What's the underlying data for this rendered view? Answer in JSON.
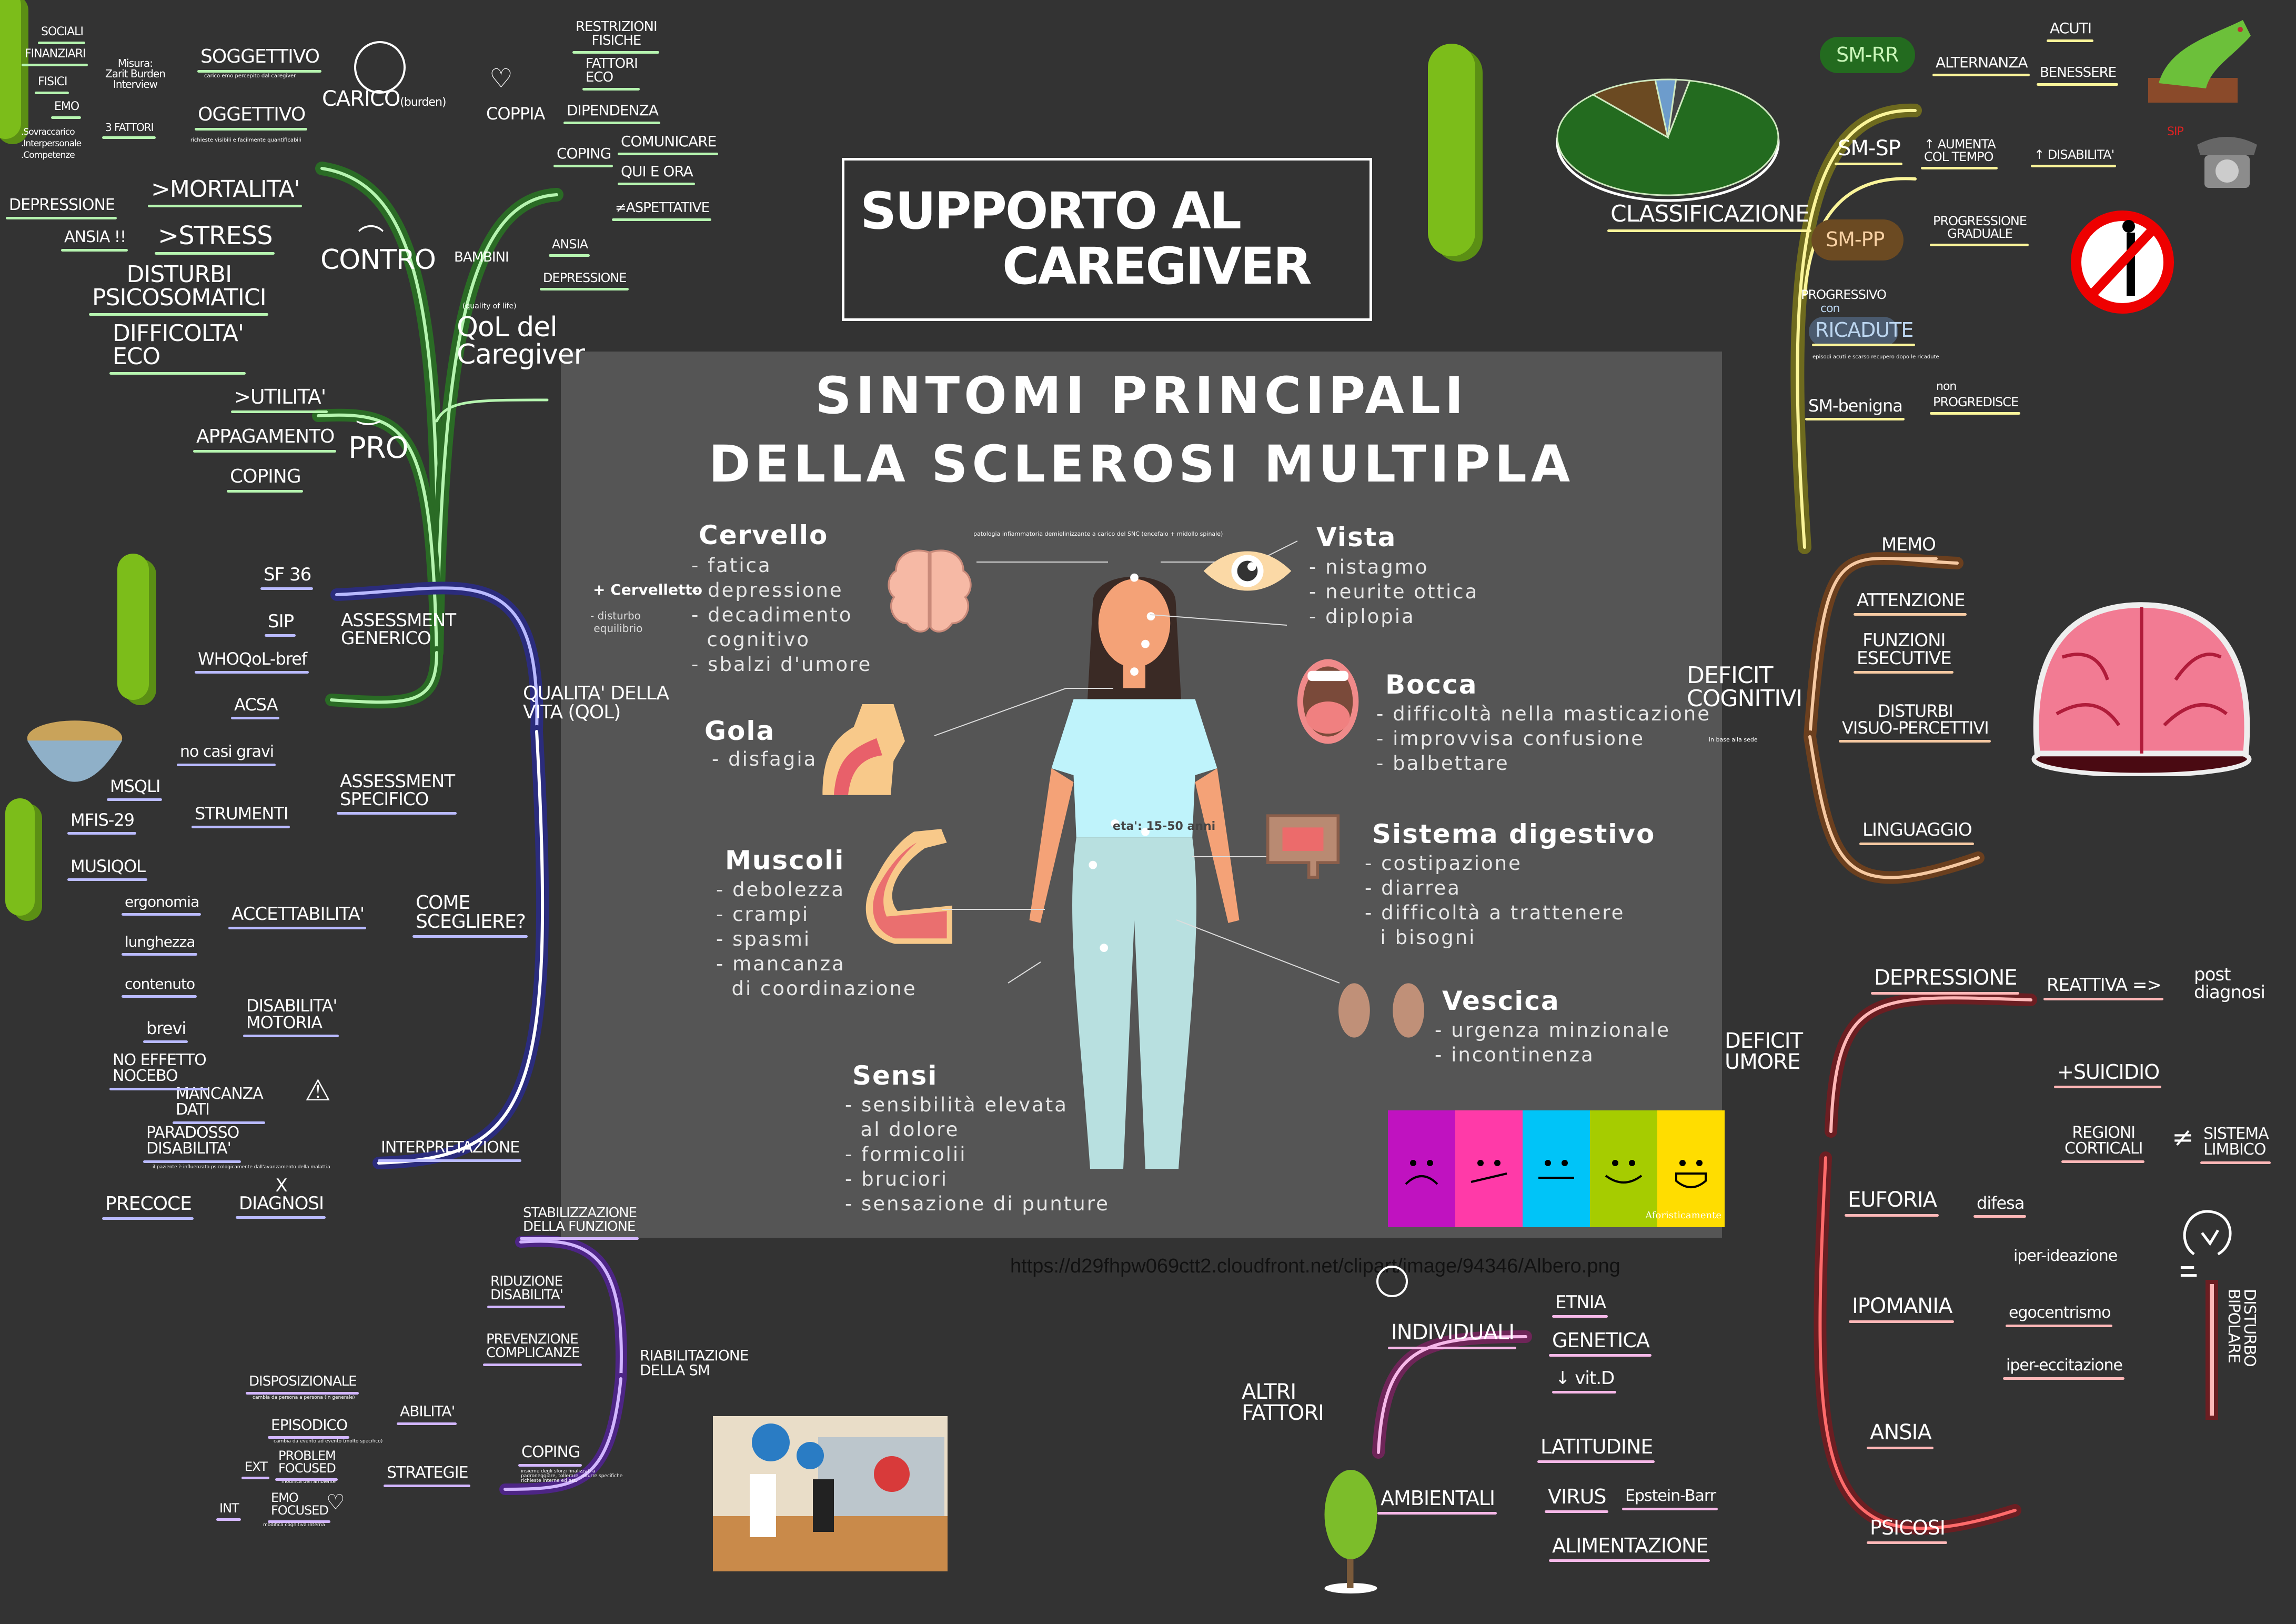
{
  "title_box": {
    "line1": "Supporto al",
    "line2": "Caregiver"
  },
  "central_panel": {
    "title_line1": "SINTOMI PRINCIPALI",
    "title_line2": "DELLA SCLEROSI MULTIPLA",
    "note": "patologia infiammatoria demielinizzante a carico del SNC (encefalo + midollo spinale)",
    "age_note": "eta': 15-50 anni",
    "cervelletto": "+ Cervelletto",
    "cervelletto_note": "- disturbo\n equilibrio",
    "sections": {
      "cervello": {
        "title": "Cervello",
        "items": [
          "- fatica",
          "- depressione",
          "- decadimento",
          "  cognitivo",
          "- sbalzi d'umore"
        ]
      },
      "gola": {
        "title": "Gola",
        "items": [
          "- disfagia"
        ]
      },
      "muscoli": {
        "title": "Muscoli",
        "items": [
          "- debolezza",
          "- crampi",
          "- spasmi",
          "- mancanza",
          "  di coordinazione"
        ]
      },
      "sensi": {
        "title": "Sensi",
        "items": [
          "- sensibilità elevata",
          "  al dolore",
          "- formicolii",
          "- bruciori",
          "- sensazione di punture"
        ]
      },
      "vista": {
        "title": "Vista",
        "items": [
          "- nistagmo",
          "- neurite ottica",
          "- diplopia"
        ]
      },
      "bocca": {
        "title": "Bocca",
        "items": [
          "- difficoltà nella masticazione",
          "- improvvisa confusione",
          "- balbettare"
        ]
      },
      "digestivo": {
        "title": "Sistema digestivo",
        "items": [
          "- costipazione",
          "- diarrea",
          "- difficoltà a trattenere",
          "  i bisogni"
        ]
      },
      "vescica": {
        "title": "Vescica",
        "items": [
          "- urgenza minzionale",
          "- incontinenza"
        ]
      }
    },
    "mood_scale": {
      "colors": [
        "#c012c0",
        "#ff3aa8",
        "#00c4f8",
        "#a6cc00",
        "#ffdd00"
      ],
      "watermark": "Aforisticamente"
    }
  },
  "image_url": "https://d29fhpw069ctt2.cloudfront.net/clipart/image/94346/Albero.png",
  "caregiver_map": {
    "sociali": "Sociali",
    "finanziari": "Finanziari",
    "fisici": "Fisici",
    "emo": "Emo",
    "misura": "Misura:\nZarit Burden\nInterview",
    "fattori_list": ".Sovraccarico\n.Interpersonale\n.Competenze",
    "tre_fattori": "3 fattori",
    "soggettivo": "Soggettivo",
    "soggettivo_note": "carico emo percepito dal caregiver",
    "oggettivo": "Oggettivo",
    "oggettivo_note": "richieste visibili e facilmente quantificabili",
    "carico": "Carico",
    "burden": "(burden)",
    "coppia": "Coppia",
    "restrizioni": "Restrizioni\n fisiche",
    "fattori_eco": "Fattori\n eco",
    "dipendenza": "Dipendenza",
    "coping": "Coping",
    "comunicare": "Comunicare",
    "qui_ora": "Qui e ora",
    "aspettative": "≠Aspettative",
    "depressione": "Depressione",
    "ansia": "Ansia !!",
    "mortalita": ">Mortalita'",
    "stress": ">Stress",
    "psicosomatici": "Disturbi\npsicosomatici",
    "difficolta_eco": "Difficolta'\n eco",
    "contro": "Contro",
    "bambini": "Bambini",
    "ansia2": "Ansia",
    "depressione2": "Depressione",
    "qol_note": "(quality of life)",
    "qol": "QoL del\nCaregiver",
    "utilita": ">Utilita'",
    "appagamento": "Appagamento",
    "coping2": "Coping",
    "pro": "Pro"
  },
  "classification_map": {
    "classificazione": "Classificazione",
    "pie_slices": [
      {
        "label": "SM-RR",
        "value": 85,
        "color": "#236b1f"
      },
      {
        "label": "SM-PP",
        "value": 10,
        "color": "#6b4a22"
      },
      {
        "label": "other",
        "value": 3,
        "color": "#6d9ccc"
      },
      {
        "label": "SM-benigna",
        "value": 2,
        "color": "#444"
      }
    ],
    "sm_rr": "SM-RR",
    "alternanza": "Alternanza",
    "acuti": "Acuti",
    "benessere": "Benessere",
    "sm_sp": "SM-SP",
    "aumenta": "↑ Aumenta\n col tempo",
    "disabilita": "↑ Disabilita'",
    "sip": "SIP",
    "sm_pp": "SM-PP",
    "progressione": "Progressione\n graduale",
    "progressivo": "Progressivo",
    "con": "con",
    "ricadute": "Ricadute",
    "ricadute_note": "episodi acuti e scarso recupero dopo le ricadute",
    "sm_benigna": "SM-benigna",
    "non": "non",
    "progredisce": "progredisce"
  },
  "cognitive_map": {
    "deficit": "Deficit\ncognitivi",
    "note": "in base alla sede",
    "memo": "Memo",
    "attenzione": "Attenzione",
    "funzioni": "Funzioni\nesecutive",
    "visuo": "Disturbi\nvisuo-percettivi",
    "linguaggio": "Linguaggio"
  },
  "mood_map": {
    "deficit": "Deficit\numore",
    "depressione": "Depressione",
    "reattiva": "Reattiva =>",
    "post": "post\ndiagnosi",
    "suicidio": "+Suicidio",
    "regioni": "Regioni\ncorticali",
    "neq": "≠",
    "limbico": "Sistema\nlimbico",
    "euforia": "Euforia",
    "difesa": "difesa",
    "ipomania": "Ipomania",
    "iper_ideazione": "iper-ideazione",
    "egocentrismo": "egocentrismo",
    "iper_eccitazione": "iper-eccitazione",
    "bipolare": "Disturbo\nbipolare",
    "ansia": "Ansia",
    "psicosi": "Psicosi"
  },
  "factors_map": {
    "altri": "Altri\nfattori",
    "individuali": "Individuali",
    "etnia": "Etnia",
    "genetica": "Genetica",
    "vitd": "↓ vit.D",
    "ambientali": "Ambientali",
    "latitudine": "Latitudine",
    "virus": "Virus",
    "epstein": "Epstein-Barr",
    "alimentazione": "Alimentazione"
  },
  "qol_map": {
    "sf36": "SF 36",
    "sip": "SIP",
    "whoqol": "WHOQoL-bref",
    "acsa": "ACSA",
    "generico": "Assessment\ngenerico",
    "qol": "Qualita' della\n vita (QoL)",
    "no_gravi": "no casi gravi",
    "specifico": "Assessment\nspecifico",
    "strumenti": "Strumenti",
    "msqli": "MSQLI",
    "mfis": "MFIS-29",
    "musiqol": "MUSIQoL",
    "ergonomia": "ergonomia",
    "lunghezza": "lunghezza",
    "contenuto": "contenuto",
    "accettabilita": "Accettabilita'",
    "scegliere": "Come\nscegliere?",
    "disabilita_motoria": "Disabilita'\nmotoria",
    "brevi": "brevi",
    "nocebo": "No effetto\nnocebo",
    "mancanza": "Mancanza\ndati",
    "paradosso": "Paradosso\ndisabilita'",
    "paradosso_note": "il paziente è influenzato psicologicamente dall'avanzamento della malattia",
    "interpretazione": "Interpretazione",
    "diagnosi": "x\ndiagnosi",
    "precoce": "Precoce"
  },
  "rehab_map": {
    "stabilizzazione": "Stabilizzazione\ndella funzione",
    "riduzione": "Riduzione\ndisabilita'",
    "prevenzione": "Prevenzione\ncomplicanze",
    "riabilitazione": "Riabilitazione\ndella SM",
    "disposizionale": "Disposizionale",
    "disposizionale_note": "cambia da persona a persona (in generale)",
    "abilita": "Abilita'",
    "episodico": "Episodico",
    "episodico_note": "cambia da evento ad evento (molto specifico)",
    "problem": "Problem\nfocused",
    "ext": "Ext",
    "strategie": "Strategie",
    "coping": "Coping",
    "coping_note": "insieme degli sforzi finalizzati a padroneggiare, tollerare, ridurre specifiche richieste interne ed est.",
    "emo": "Emo\nfocused",
    "int": "Int",
    "problem_note": "modifica dell'ambiente",
    "emo_note": "modifica cognitiva interna"
  }
}
